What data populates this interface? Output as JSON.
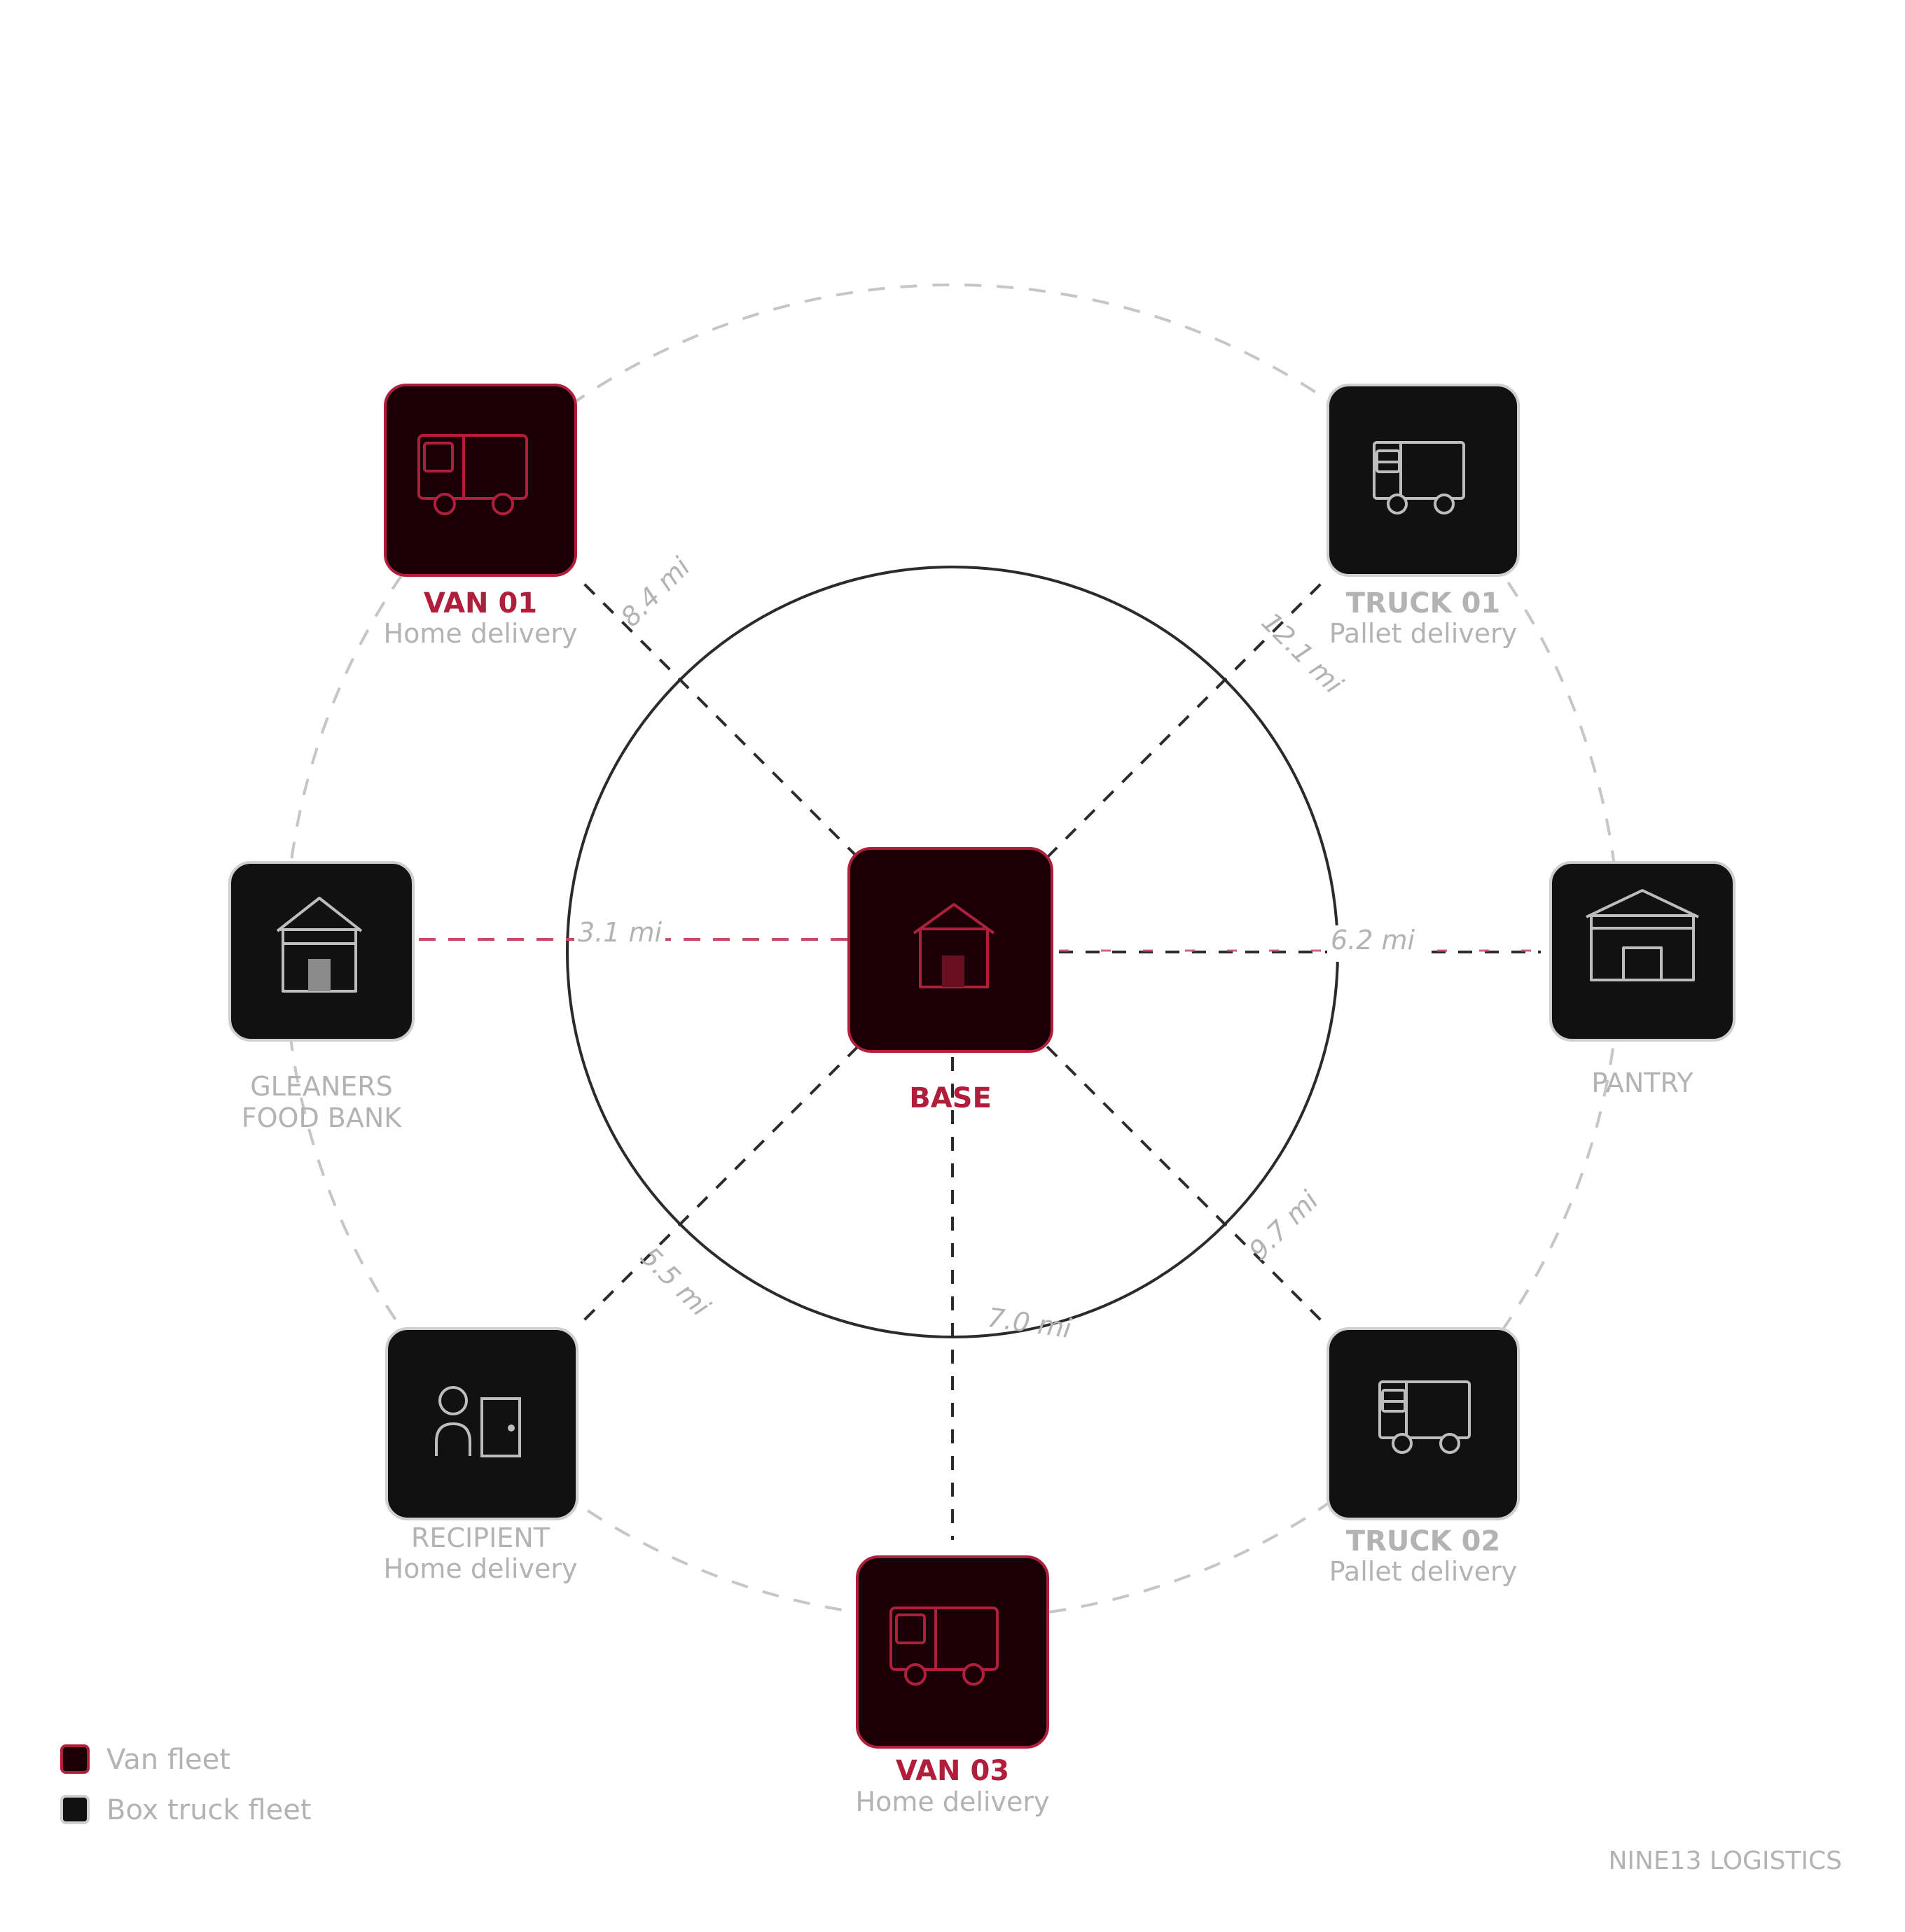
{
  "colors": {
    "accent": "#b01e3c",
    "van_fill": "#1a0006",
    "truck_fill": "#111111",
    "muted": "#b3b3b3",
    "truck_icon": "#bdbdbd",
    "line_dark": "#2b2b2b"
  },
  "nodes": {
    "base": {
      "title": "BASE",
      "subtitle": "",
      "fleet": "van",
      "icon": "home-icon"
    },
    "van01": {
      "title": "VAN 01",
      "subtitle": "Home delivery",
      "fleet": "van",
      "icon": "van-icon"
    },
    "truck01": {
      "title": "TRUCK 01",
      "subtitle": "Pallet delivery",
      "fleet": "truck",
      "icon": "truck-icon"
    },
    "gleaners": {
      "title": "GLEANERS",
      "subtitle": "FOOD BANK",
      "fleet": "truck",
      "icon": "food-bank-icon"
    },
    "pantry": {
      "title": "PANTRY",
      "subtitle": "",
      "fleet": "truck",
      "icon": "warehouse-icon"
    },
    "recipient": {
      "title": "RECIPIENT",
      "subtitle": "Home delivery",
      "fleet": "truck",
      "icon": "person-door-icon"
    },
    "truck02": {
      "title": "TRUCK 02",
      "subtitle": "Pallet delivery",
      "fleet": "truck",
      "icon": "truck-icon"
    },
    "van03": {
      "title": "VAN 03",
      "subtitle": "Home delivery",
      "fleet": "van",
      "icon": "van-icon"
    }
  },
  "distances": {
    "van01": "8.4 mi",
    "truck01": "12.1 mi",
    "gleaners": "3.1 mi",
    "pantry": "6.2 mi",
    "recipient": "5.5 mi",
    "van03": "7.0 mi",
    "truck02": "9.7 mi"
  },
  "legend": {
    "van": "Van fleet",
    "truck": "Box truck fleet"
  },
  "brand": "NINE13 LOGISTICS"
}
